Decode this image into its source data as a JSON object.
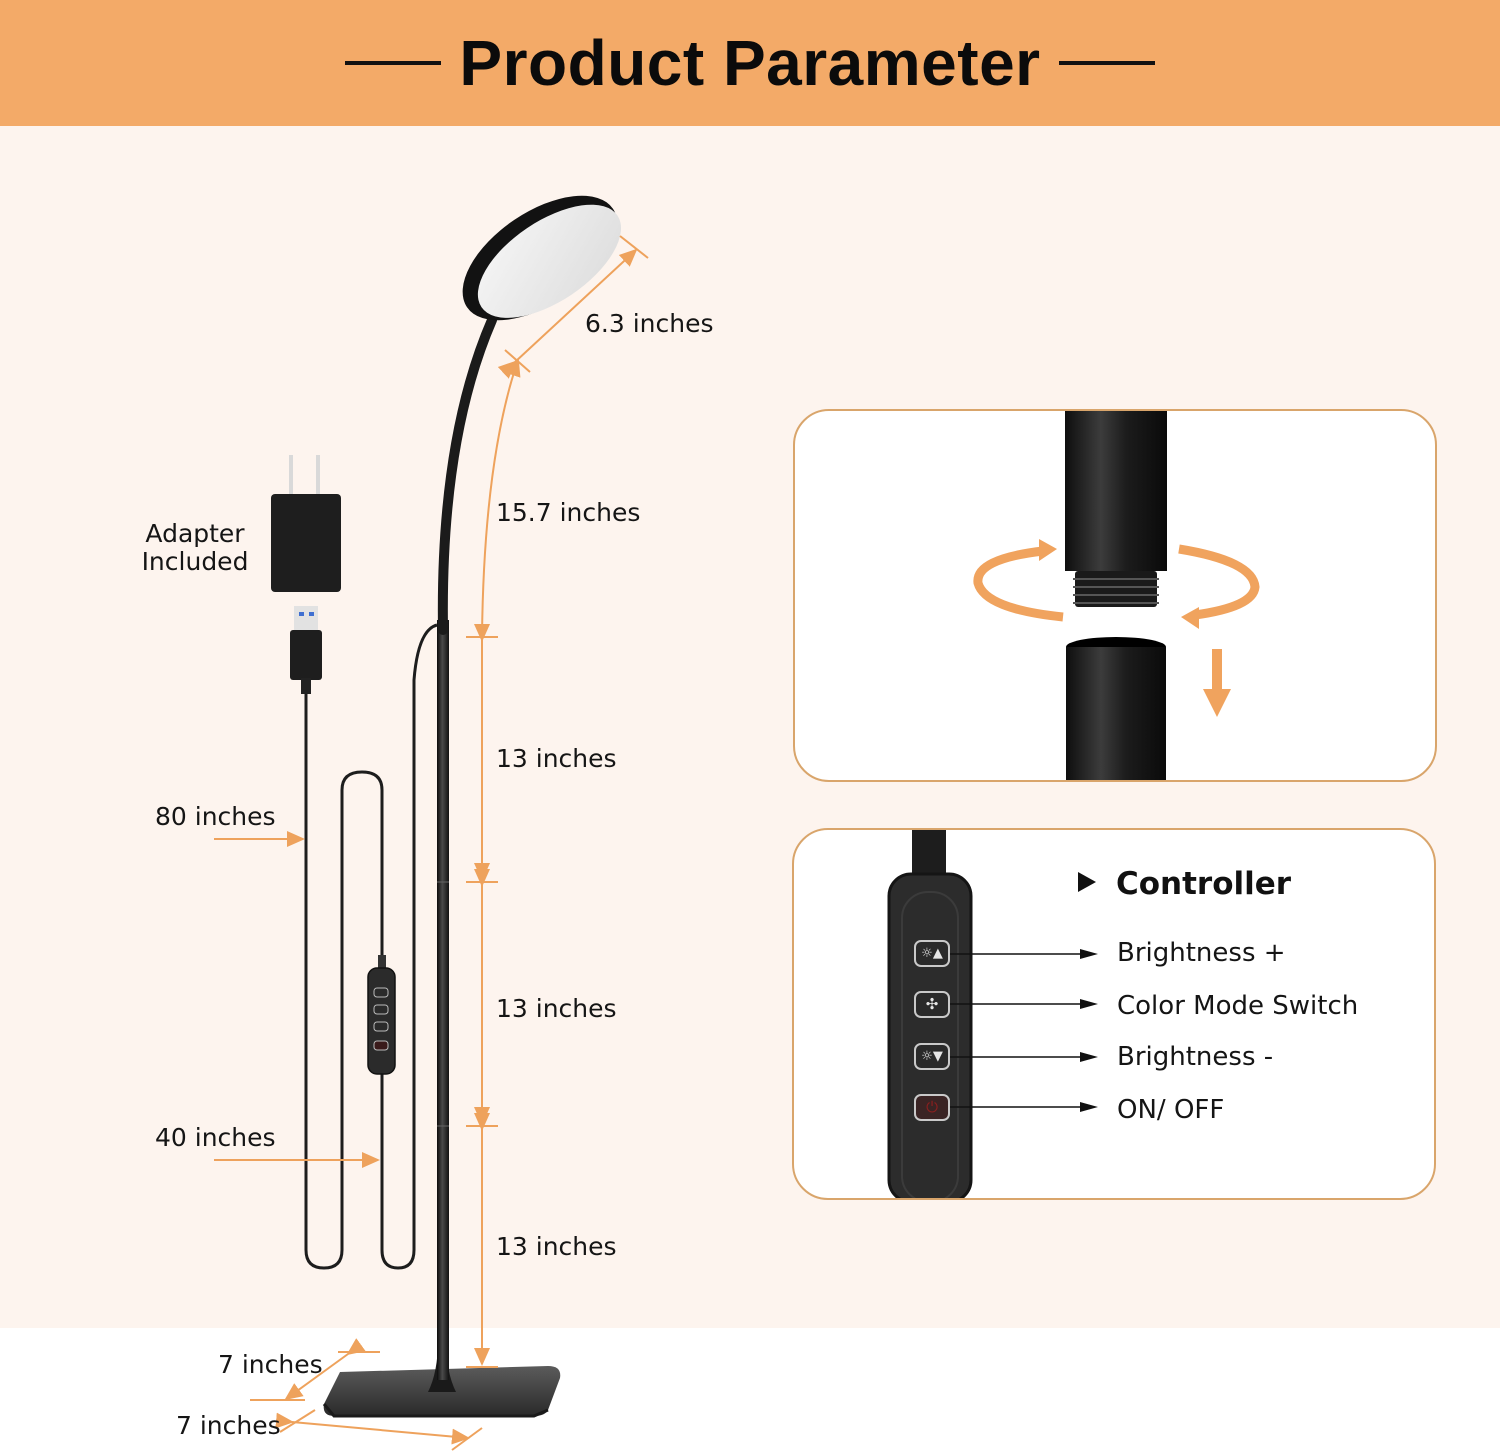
{
  "header": {
    "title": "Product Parameter"
  },
  "colors": {
    "header_bg": "#f3aa68",
    "panel_bg": "#fdf4ee",
    "dimension_line": "#eea25c",
    "card_border": "#d9a56b",
    "lamp_black": "#1c1c1c"
  },
  "dimensions": {
    "head_diameter": "6.3 inches",
    "gooseneck_length": "15.7 inches",
    "pole_segment_1": "13 inches",
    "pole_segment_2": "13 inches",
    "pole_segment_3": "13 inches",
    "base_depth": "7 inches",
    "base_width": "7 inches",
    "cable_total": "80 inches",
    "cable_to_controller": "40 inches"
  },
  "adapter": {
    "line1": "Adapter",
    "line2": "Included"
  },
  "assembly_card": {
    "icons": [
      "rotate-arrow-icon",
      "down-arrow-icon"
    ]
  },
  "controller_card": {
    "title": "Controller",
    "buttons": [
      {
        "icon": "brightness-up-icon",
        "label": "Brightness +"
      },
      {
        "icon": "color-mode-icon",
        "label": "Color Mode Switch"
      },
      {
        "icon": "brightness-down-icon",
        "label": "Brightness -"
      },
      {
        "icon": "power-icon",
        "label": "ON/ OFF"
      }
    ]
  }
}
